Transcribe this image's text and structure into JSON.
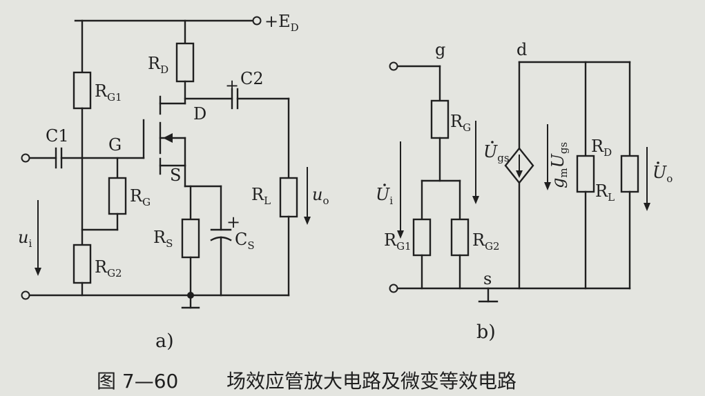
{
  "figure": {
    "caption_number": "图 7—60",
    "caption_title": "场效应管放大电路及微变等效电路",
    "panel_a_label": "a)",
    "panel_b_label": "b)"
  },
  "circuit_a": {
    "supply": "+E",
    "supply_sub": "D",
    "drain": "D",
    "gate": "G",
    "source": "S",
    "rd": "R",
    "rd_sub": "D",
    "rg1": "R",
    "rg1_sub": "G1",
    "rg": "R",
    "rg_sub": "G",
    "rg2": "R",
    "rg2_sub": "G2",
    "rs": "R",
    "rs_sub": "S",
    "rl": "R",
    "rl_sub": "L",
    "c1": "C1",
    "c2": "C2",
    "c2_plus": "+",
    "cs": "C",
    "cs_sub": "S",
    "cs_plus": "+",
    "ui": "u",
    "ui_sub": "i",
    "uo": "u",
    "uo_sub": "o"
  },
  "circuit_b": {
    "g": "g",
    "d": "d",
    "s": "s",
    "rg": "R",
    "rg_sub": "G",
    "rg1": "R",
    "rg1_sub": "G1",
    "rg2": "R",
    "rg2_sub": "G2",
    "rd": "R",
    "rd_sub": "D",
    "rl": "R",
    "rl_sub": "L",
    "ugs": "U",
    "ugs_sub": "gs",
    "ui": "U",
    "ui_sub": "i",
    "uo": "U",
    "uo_sub": "o",
    "source_label": "g",
    "source_label_sub": "m",
    "source_label_u": "U",
    "source_label_u_sub": "gs"
  }
}
